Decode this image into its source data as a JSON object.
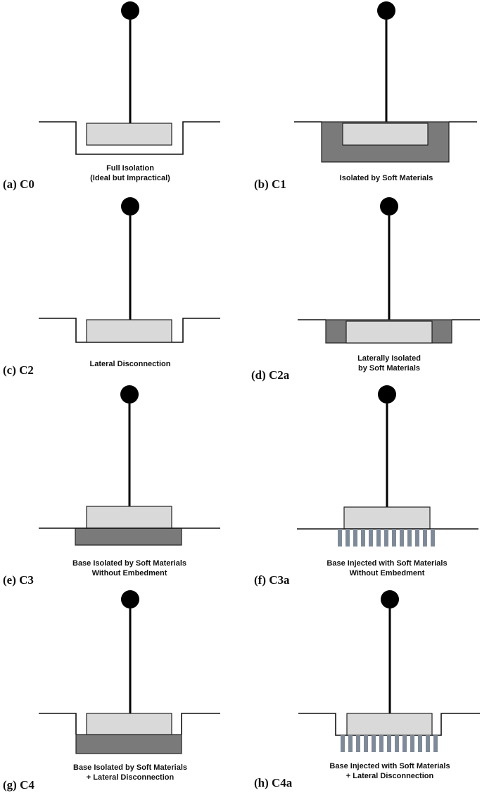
{
  "panels": [
    {
      "id": "a",
      "label": "(a) C0",
      "caption": [
        "Full Isolation",
        "(Ideal but Impractical)"
      ]
    },
    {
      "id": "b",
      "label": "(b) C1",
      "caption": [
        "Isolated by Soft Materials"
      ]
    },
    {
      "id": "c",
      "label": "(c) C2",
      "caption": [
        "Lateral Disconnection"
      ]
    },
    {
      "id": "d",
      "label": "(d) C2a",
      "caption": [
        "Laterally Isolated",
        "by Soft Materials"
      ]
    },
    {
      "id": "e",
      "label": "(e) C3",
      "caption": [
        "Base Isolated by Soft Materials",
        "Without Embedment"
      ]
    },
    {
      "id": "f",
      "label": "(f) C3a",
      "caption": [
        "Base Injected with Soft Materials",
        "Without Embedment"
      ]
    },
    {
      "id": "g",
      "label": "(g) C4",
      "caption": [
        "Base Isolated by Soft Materials",
        "+ Lateral Disconnection"
      ]
    },
    {
      "id": "h",
      "label": "(h) C4a",
      "caption": [
        "Base Injected with Soft Materials",
        "+ Lateral Disconnection"
      ]
    }
  ],
  "colors": {
    "foundation": "#d9d9d9",
    "soft_material": "#7a7a7a",
    "injected_columns": "#7f8a99",
    "lines": "#111111"
  }
}
